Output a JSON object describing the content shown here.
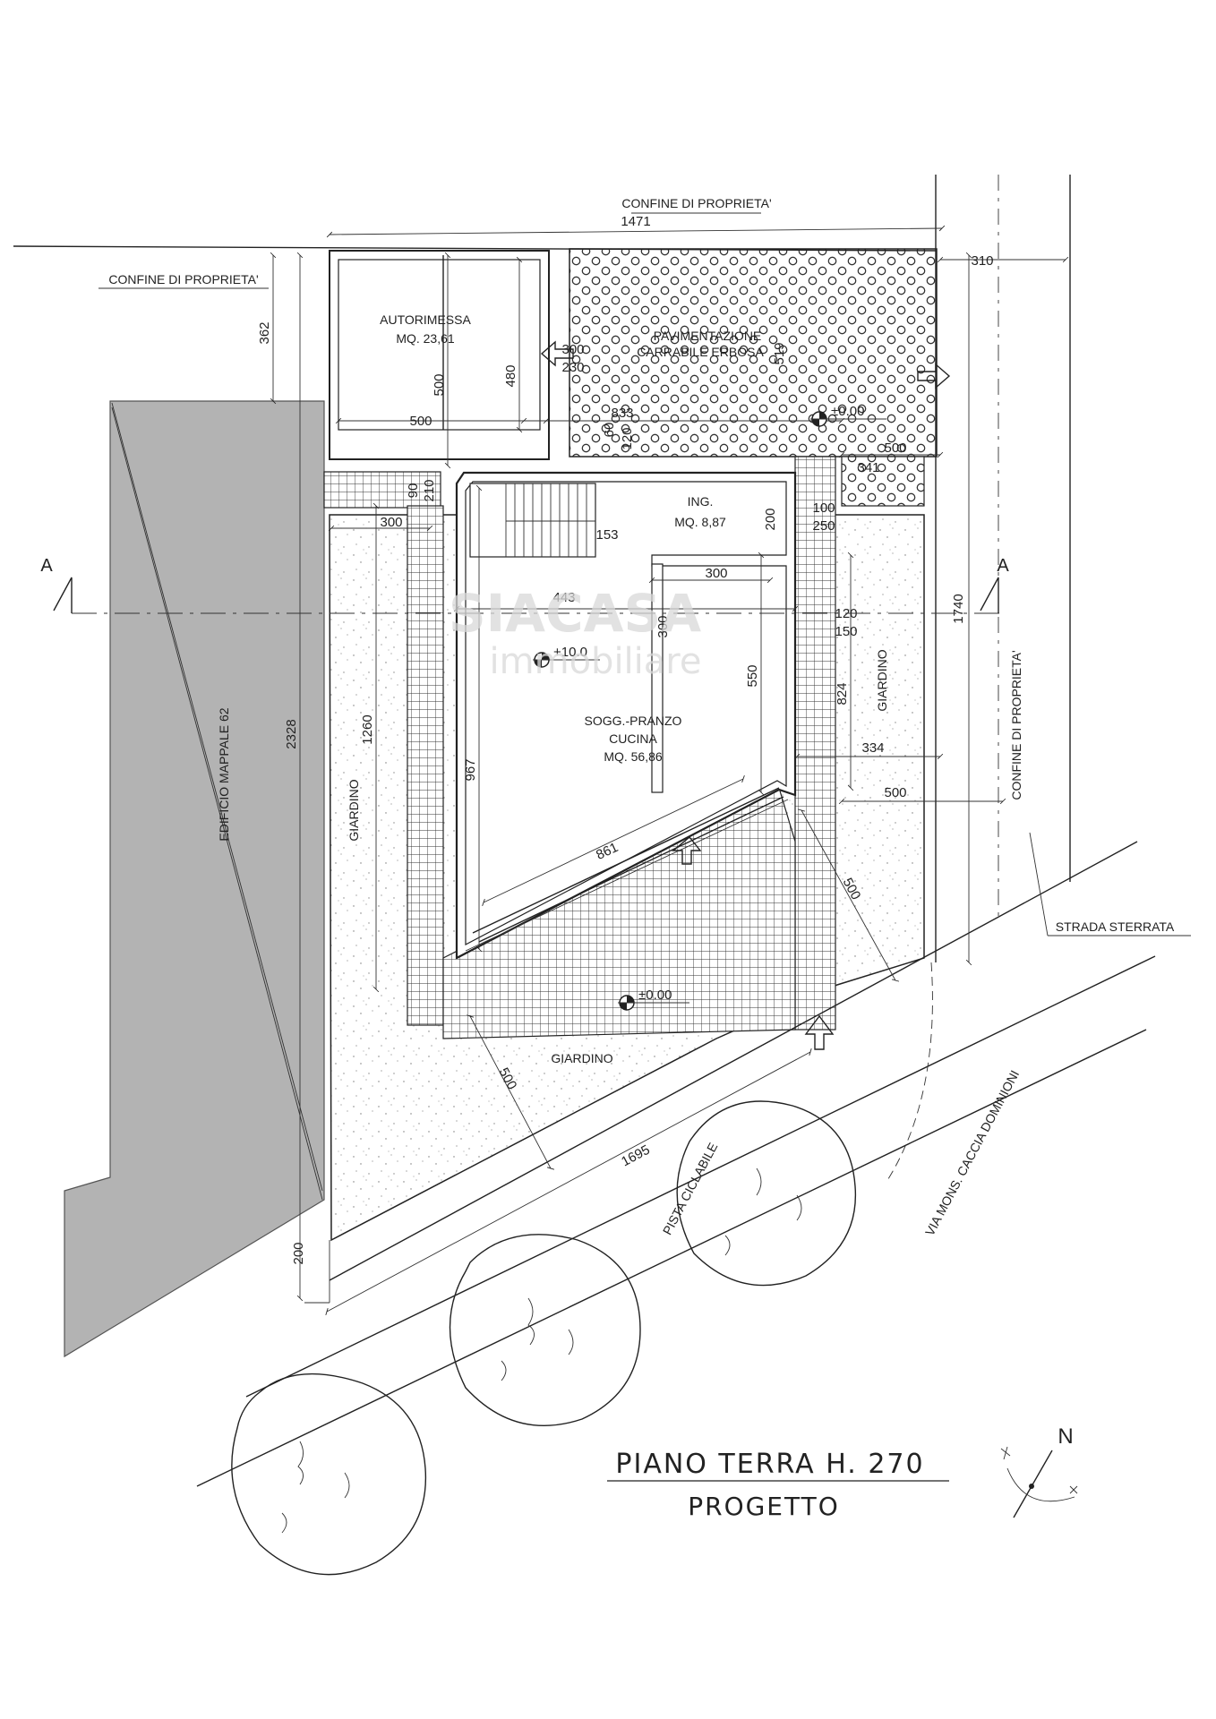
{
  "labels": {
    "confine_top": "CONFINE DI PROPRIETA'",
    "confine_left": "CONFINE DI PROPRIETA'",
    "confine_right": "CONFINE DI PROPRIETA'",
    "autorimessa": "AUTORIMESSA",
    "autorimessa_area": "MQ. 23,61",
    "pavimentazione_1": "PAVIMENTAZIONE",
    "pavimentazione_2": "CARRABILE ERBOSA",
    "ingresso": "ING.",
    "ingresso_area": "MQ. 8,87",
    "soggiorno_1": "SOGG.-PRANZO",
    "soggiorno_2": "CUCINA",
    "soggiorno_area": "MQ. 56,86",
    "giardino_left": "GIARDINO",
    "giardino_right": "GIARDINO",
    "giardino_bottom": "GIARDINO",
    "edificio": "EDIFICIO MAPPALE 62",
    "strada": "STRADA STERRATA",
    "pista": "PISTA CICLABILE",
    "via": "VIA MONS. CACCIA DOMINIONI",
    "section_left": "A",
    "section_right": "A",
    "level_upper": "±0.00",
    "level_living": "+10.0",
    "level_garden": "±0.00",
    "north": "N"
  },
  "dimensions": {
    "d1471": "1471",
    "d310": "310",
    "d362": "362",
    "d300a": "300",
    "d230": "230",
    "d519": "519",
    "d500a": "500",
    "d480": "480",
    "d500b": "500",
    "d833": "833",
    "d60": "60",
    "d120a": "120",
    "d500c": "500",
    "d341": "341",
    "d90": "90",
    "d210": "210",
    "d300b": "300",
    "d200a": "200",
    "d100": "100",
    "d250": "250",
    "d153": "153",
    "d300c": "300",
    "d443": "443",
    "d300d": "300",
    "d120b": "120",
    "d150": "150",
    "d1740": "1740",
    "d550": "550",
    "d1260": "1260",
    "d2328": "2328",
    "d824": "824",
    "d967": "967",
    "d334": "334",
    "d500d": "500",
    "d861": "861",
    "d500e": "500",
    "d500f": "500",
    "d1695": "1695",
    "d200b": "200"
  },
  "title": {
    "line1": "PIANO TERRA H. 270",
    "line2": "PROGETTO"
  },
  "watermark": {
    "brand": "SIACASA",
    "sub": "immobiliare"
  }
}
